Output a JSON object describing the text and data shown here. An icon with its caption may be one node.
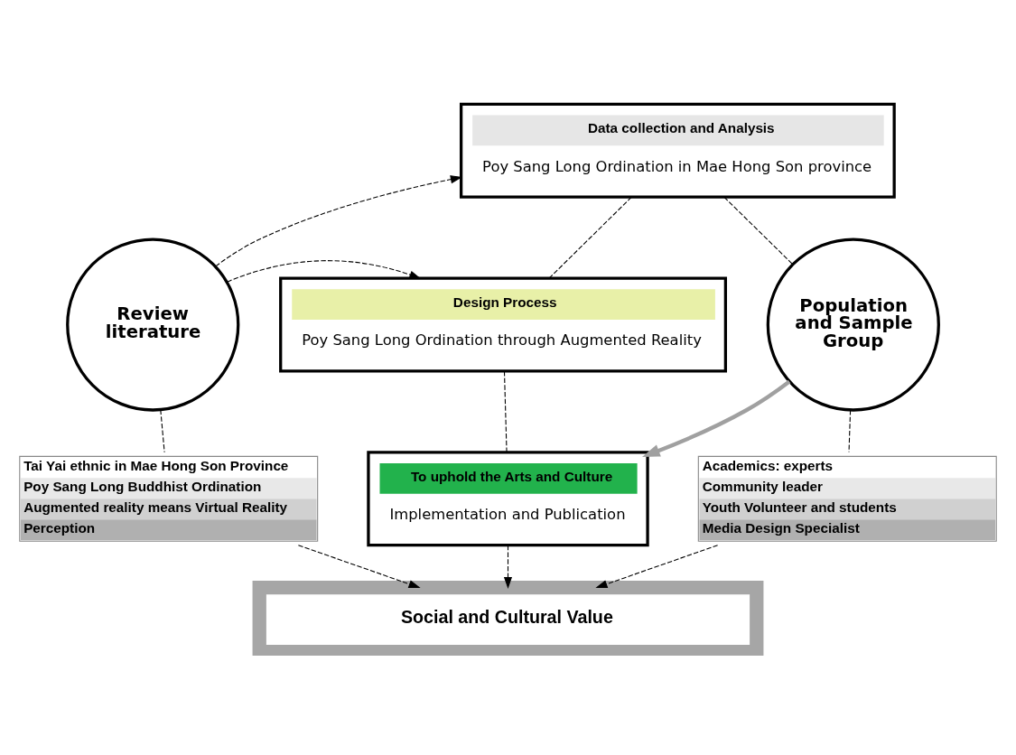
{
  "diagram": {
    "nodes": [
      {
        "text": [
          "Data collection and Analysis",
          "Poy Sang Long Ordination in Mae Hong Son province"
        ]
      },
      {
        "text": [
          "Review literature"
        ]
      },
      {
        "text": [
          "Design Process",
          "Poy Sang Long Ordination through Augmented Reality"
        ]
      },
      {
        "text": [
          "Population and Sample Group"
        ]
      },
      {
        "text": [
          "Tai Yai ethnic in Mae Hong Son Province",
          "Poy Sang Long Buddhist Ordination",
          "Augmented reality means Virtual Reality",
          "Perception"
        ]
      },
      {
        "text": [
          "To uphold the Arts and Culture",
          "Implementation and Publication"
        ]
      },
      {
        "text": [
          "Academics: experts",
          "Community leader",
          "Youth Volunteer and students",
          "Media Design Specialist"
        ]
      },
      {
        "text": [
          "Social and Cultural Value"
        ]
      }
    ],
    "edges": [
      {
        "from": 1,
        "to": 0,
        "arrow": "to",
        "style": "dashed"
      },
      {
        "from": 0,
        "to": 3,
        "arrow": "none",
        "style": "dashed"
      },
      {
        "from": 0,
        "to": 2,
        "arrow": "none",
        "style": "dashed"
      },
      {
        "from": 1,
        "to": 2,
        "arrow": "to",
        "style": "dashed"
      },
      {
        "from": 1,
        "to": 4,
        "arrow": "none",
        "style": "dashed"
      },
      {
        "from": 3,
        "to": 6,
        "arrow": "none",
        "style": "dashed"
      },
      {
        "from": 2,
        "to": 5,
        "arrow": "none",
        "style": "dashed"
      },
      {
        "from": 5,
        "to": 7,
        "arrow": "to",
        "style": "dashed"
      },
      {
        "from": 4,
        "to": 7,
        "arrow": "to",
        "style": "dashed"
      },
      {
        "from": 6,
        "to": 7,
        "arrow": "to",
        "style": "dashed"
      },
      {
        "from": 3,
        "to": 5,
        "arrow": "to",
        "style": "thick",
        "color": "#a0a0a0"
      }
    ]
  }
}
